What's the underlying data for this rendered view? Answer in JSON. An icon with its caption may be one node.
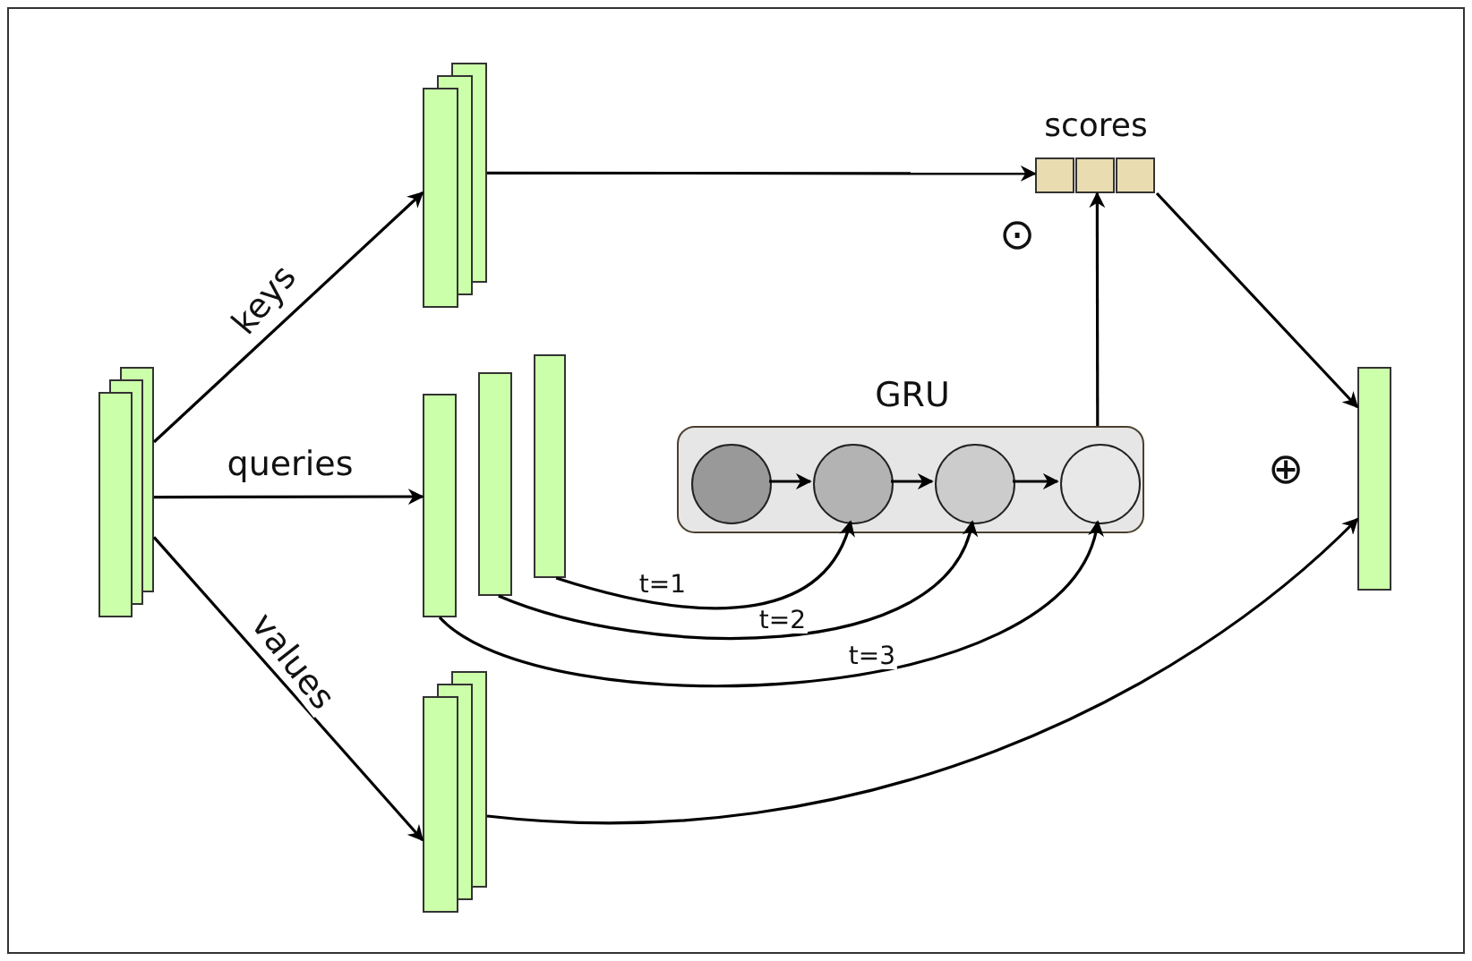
{
  "diagram": {
    "nodes": [
      {
        "text": [],
        "shape": "bar"
      },
      {
        "text": [],
        "shape": "bar"
      },
      {
        "text": [],
        "shape": "bar"
      },
      {
        "text": [],
        "shape": "bar"
      },
      {
        "text": [],
        "shape": "bar"
      },
      {
        "text": [],
        "shape": "bar"
      },
      {
        "text": [
          "scores"
        ]
      },
      {
        "text": [
          "GRU"
        ]
      },
      {
        "text": [],
        "shape": "circle",
        "in": 7
      },
      {
        "text": [],
        "shape": "circle",
        "in": 7
      },
      {
        "text": [],
        "shape": "circle",
        "in": 7
      },
      {
        "text": [],
        "shape": "circle",
        "in": 7
      },
      {
        "text": [],
        "shape": "bar"
      }
    ],
    "edges": [
      {
        "from": 0,
        "to": 1,
        "arrow": "to",
        "label": "keys"
      },
      {
        "from": 0,
        "to": 2,
        "arrow": "to",
        "label": "queries"
      },
      {
        "from": 0,
        "to": 5,
        "arrow": "to",
        "label": "values"
      },
      {
        "from": 1,
        "to": 6,
        "arrow": "to"
      },
      {
        "from": 8,
        "to": 9,
        "arrow": "to"
      },
      {
        "from": 9,
        "to": 10,
        "arrow": "to"
      },
      {
        "from": 10,
        "to": 11,
        "arrow": "to"
      },
      {
        "from": 4,
        "to": 9,
        "arrow": "to",
        "label": "t=1"
      },
      {
        "from": 3,
        "to": 10,
        "arrow": "to",
        "label": "t=2"
      },
      {
        "from": 2,
        "to": 11,
        "arrow": "to",
        "label": "t=3"
      },
      {
        "from": 7,
        "to": 6,
        "arrow": "to"
      },
      {
        "from": 6,
        "to": 12,
        "arrow": "to"
      },
      {
        "from": 5,
        "to": 12,
        "arrow": "to"
      }
    ],
    "labels": [
      "⊙",
      "⊕"
    ]
  }
}
